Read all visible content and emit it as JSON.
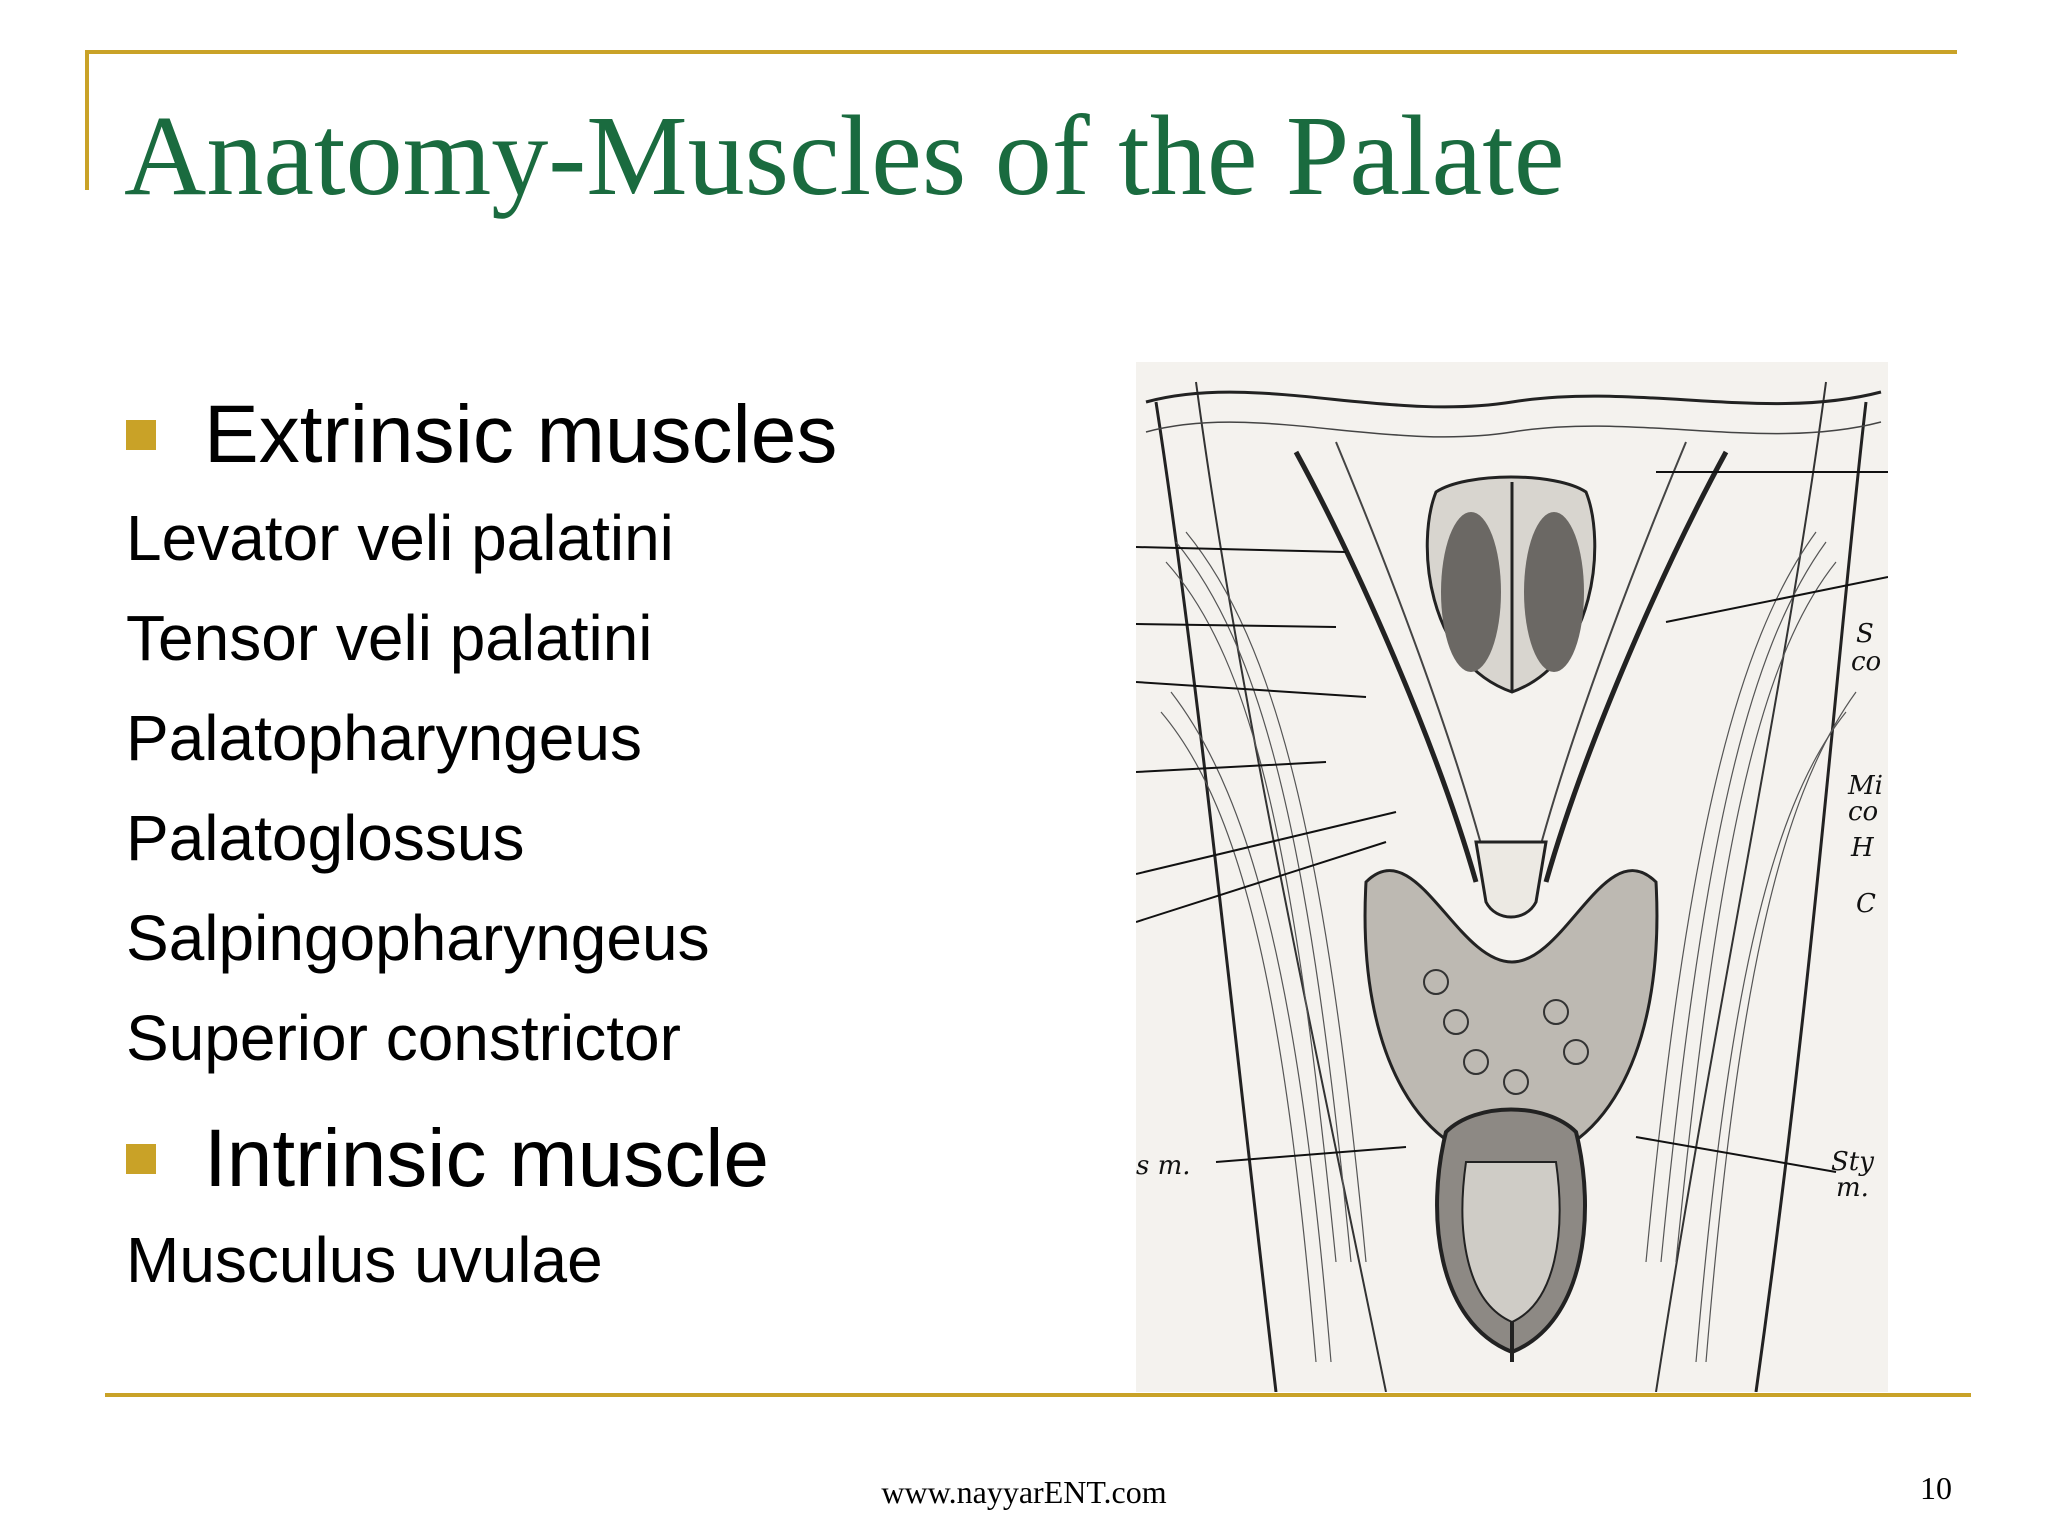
{
  "slide": {
    "title": "Anatomy-Muscles of the Palate",
    "sections": [
      {
        "heading": "Extrinsic muscles",
        "items": [
          "Levator veli palatini",
          "Tensor veli palatini",
          "Palatopharyngeus",
          "Palatoglossus",
          "Salpingopharyngeus",
          "Superior constrictor"
        ]
      },
      {
        "heading": "Intrinsic muscle",
        "items": [
          "Musculus uvulae"
        ]
      }
    ],
    "figure": {
      "labels": [
        "S",
        "co",
        "Mi",
        "co",
        "H",
        "C",
        "Sty",
        "m.",
        "s m."
      ]
    },
    "footer": {
      "url": "www.nayyarENT.com",
      "page_number": "10"
    }
  },
  "colors": {
    "title": "#1a6b3f",
    "accent": "#c9a227"
  }
}
